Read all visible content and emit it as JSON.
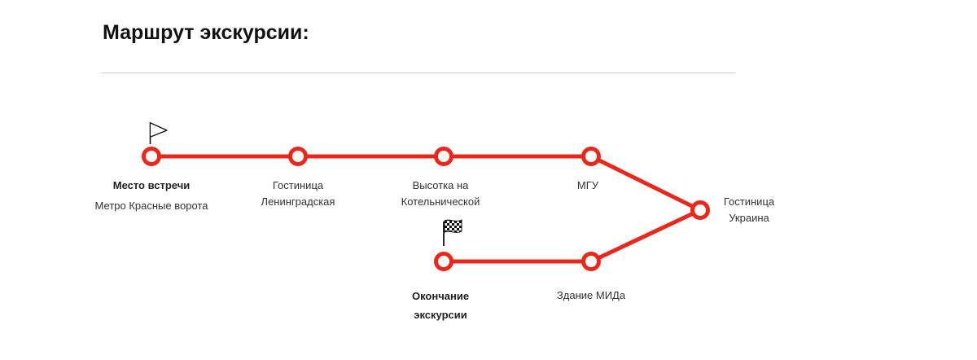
{
  "page": {
    "title": "Маршрут экскурсии:"
  },
  "route": {
    "line_color": "#e8281c",
    "start_flag_icon": "flag-outline-icon",
    "finish_flag_icon": "checkered-flag-icon",
    "stops": [
      {
        "id": "meeting",
        "title": "Место встречи",
        "subtitle": "Метро Красные ворота"
      },
      {
        "id": "leningrad",
        "title": "Гостиница\nЛенинградская"
      },
      {
        "id": "kotel",
        "title": "Высотка на\nКотельнической"
      },
      {
        "id": "mgu",
        "title": "МГУ"
      },
      {
        "id": "ukraina",
        "title": "Гостиница\nУкраина"
      },
      {
        "id": "mid",
        "title": "Здание МИДа"
      },
      {
        "id": "end",
        "title": "Окончание\nэкскурсии"
      }
    ]
  }
}
